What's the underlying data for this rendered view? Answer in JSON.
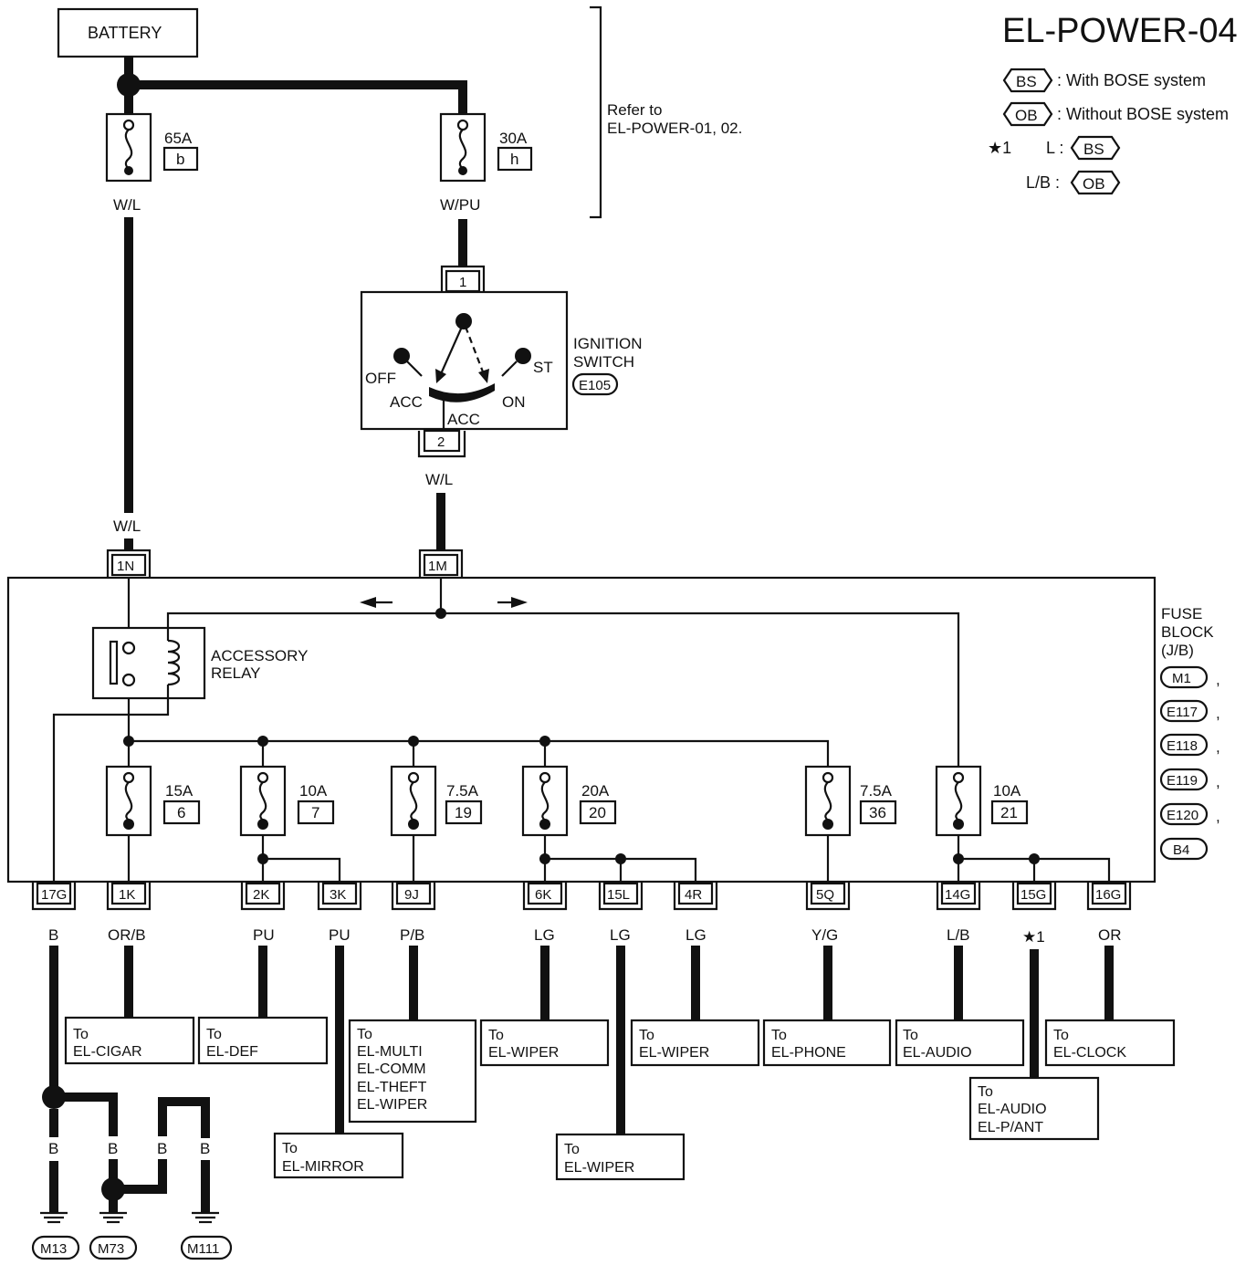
{
  "title": "EL-POWER-04",
  "battery": {
    "label": "BATTERY"
  },
  "refer_note": {
    "line1": "Refer to",
    "line2": "EL-POWER-01, 02."
  },
  "legend": {
    "bs_symbol": "BS",
    "bs_text": ": With BOSE system",
    "ob_symbol": "OB",
    "ob_text": ": Without BOSE system",
    "star_mark": "★1",
    "star_l_label": "L :",
    "star_l_symbol": "BS",
    "star_lb_label": "L/B :",
    "star_lb_symbol": "OB"
  },
  "battery_fuses": [
    {
      "amp": "65A",
      "code": "b",
      "wire": "W/L"
    },
    {
      "amp": "30A",
      "code": "h",
      "wire": "W/PU"
    }
  ],
  "ignition_switch": {
    "label_line1": "IGNITION",
    "label_line2": "SWITCH",
    "connector": "E105",
    "pin_in": "1",
    "pin_out": "2",
    "out_wire": "W/L",
    "positions": {
      "off": "OFF",
      "acc_left": "ACC",
      "acc_bottom": "ACC",
      "on": "ON",
      "st": "ST"
    }
  },
  "left_wire_label": "W/L",
  "fuse_block": {
    "label_line1": "FUSE",
    "label_line2": "BLOCK",
    "label_line3": "(J/B)",
    "connectors": [
      "M1",
      "E117",
      "E118",
      "E119",
      "E120",
      "B4"
    ],
    "separator": ",",
    "in_terminals": [
      "1N",
      "1M"
    ],
    "relay_line1": "ACCESSORY",
    "relay_line2": "RELAY"
  },
  "fuses": [
    {
      "amp": "15A",
      "num": "6"
    },
    {
      "amp": "10A",
      "num": "7"
    },
    {
      "amp": "7.5A",
      "num": "19"
    },
    {
      "amp": "20A",
      "num": "20"
    },
    {
      "amp": "7.5A",
      "num": "36"
    },
    {
      "amp": "10A",
      "num": "21"
    }
  ],
  "terminals": [
    {
      "pin": "17G",
      "wire": "B"
    },
    {
      "pin": "1K",
      "wire": "OR/B"
    },
    {
      "pin": "2K",
      "wire": "PU"
    },
    {
      "pin": "3K",
      "wire": "PU"
    },
    {
      "pin": "9J",
      "wire": "P/B"
    },
    {
      "pin": "6K",
      "wire": "LG"
    },
    {
      "pin": "15L",
      "wire": "LG"
    },
    {
      "pin": "4R",
      "wire": "LG"
    },
    {
      "pin": "5Q",
      "wire": "Y/G"
    },
    {
      "pin": "14G",
      "wire": "L/B"
    },
    {
      "pin": "15G",
      "wire": "★1"
    },
    {
      "pin": "16G",
      "wire": "OR"
    }
  ],
  "destinations": [
    {
      "to": "To",
      "lines": [
        "EL-CIGAR"
      ]
    },
    {
      "to": "To",
      "lines": [
        "EL-DEF"
      ]
    },
    {
      "to": "To",
      "lines": [
        "EL-MIRROR"
      ]
    },
    {
      "to": "To",
      "lines": [
        "EL-MULTI",
        "EL-COMM",
        "EL-THEFT",
        "EL-WIPER"
      ]
    },
    {
      "to": "To",
      "lines": [
        "EL-WIPER"
      ]
    },
    {
      "to": "To",
      "lines": [
        "EL-WIPER"
      ]
    },
    {
      "to": "To",
      "lines": [
        "EL-WIPER"
      ]
    },
    {
      "to": "To",
      "lines": [
        "EL-PHONE"
      ]
    },
    {
      "to": "To",
      "lines": [
        "EL-AUDIO"
      ]
    },
    {
      "to": "To",
      "lines": [
        "EL-AUDIO",
        "EL-P/ANT"
      ]
    },
    {
      "to": "To",
      "lines": [
        "EL-CLOCK"
      ]
    }
  ],
  "ground": {
    "wires": [
      "B",
      "B",
      "B",
      "B"
    ],
    "points": [
      "M13",
      "M73",
      "M111"
    ]
  }
}
